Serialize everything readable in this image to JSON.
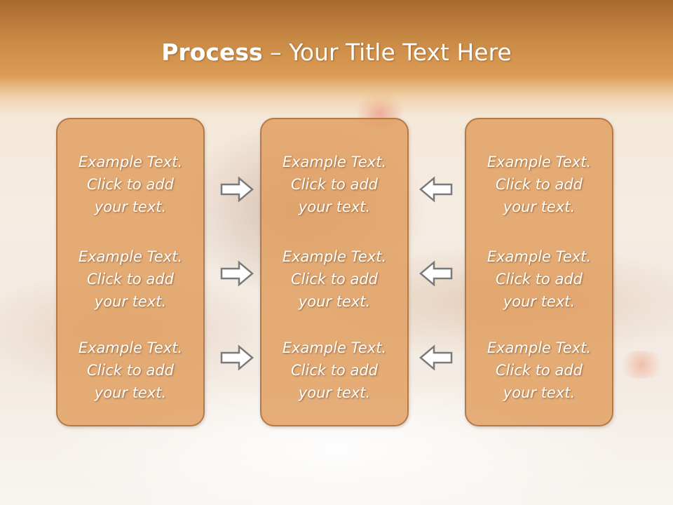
{
  "title": {
    "bold": "Process",
    "rest": " – Your Title Text Here"
  },
  "columns": [
    {
      "items": [
        "Example Text.\nClick  to add\nyour text.",
        "Example Text.\nClick  to add\nyour text.",
        "Example Text.\nClick  to add\nyour text."
      ]
    },
    {
      "items": [
        "Example Text.\nClick  to add\nyour text.",
        "Example Text.\nClick  to add\nyour text.",
        "Example Text.\nClick  to add\nyour text."
      ]
    },
    {
      "items": [
        "Example Text.\nClick  to add\nyour text.",
        "Example Text.\nClick  to add\nyour text.",
        "Example Text.\nClick  to add\nyour text."
      ]
    }
  ],
  "arrows": {
    "left_group": "arrow-right-icon",
    "right_group": "arrow-left-icon"
  },
  "colors": {
    "header": "#c98a45",
    "box_fill": "#e2a062",
    "box_border": "#b27a4a",
    "text": "#ffffff",
    "arrow_fill": "#ffffff",
    "arrow_stroke": "#7a7a7a"
  }
}
